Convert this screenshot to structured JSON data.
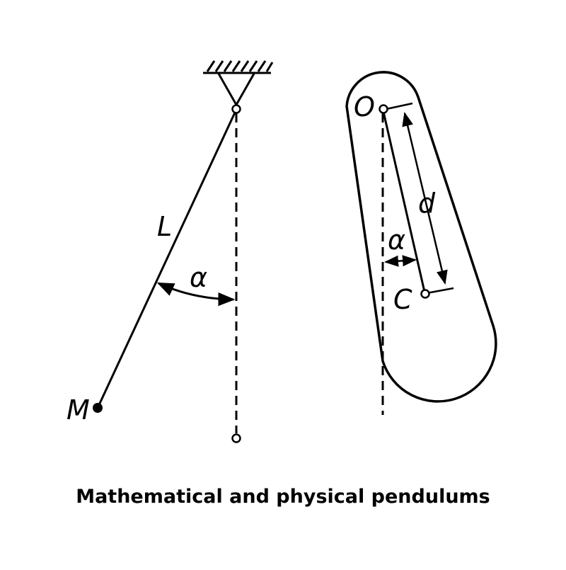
{
  "caption": "Mathematical and physical pendulums",
  "labels": {
    "string_length": "L",
    "mass": "M",
    "angle_math": "α",
    "pivot": "O",
    "center_of_mass": "C",
    "distance": "d",
    "angle_phys": "α"
  },
  "colors": {
    "ink": "#000000",
    "background": "#ffffff"
  }
}
